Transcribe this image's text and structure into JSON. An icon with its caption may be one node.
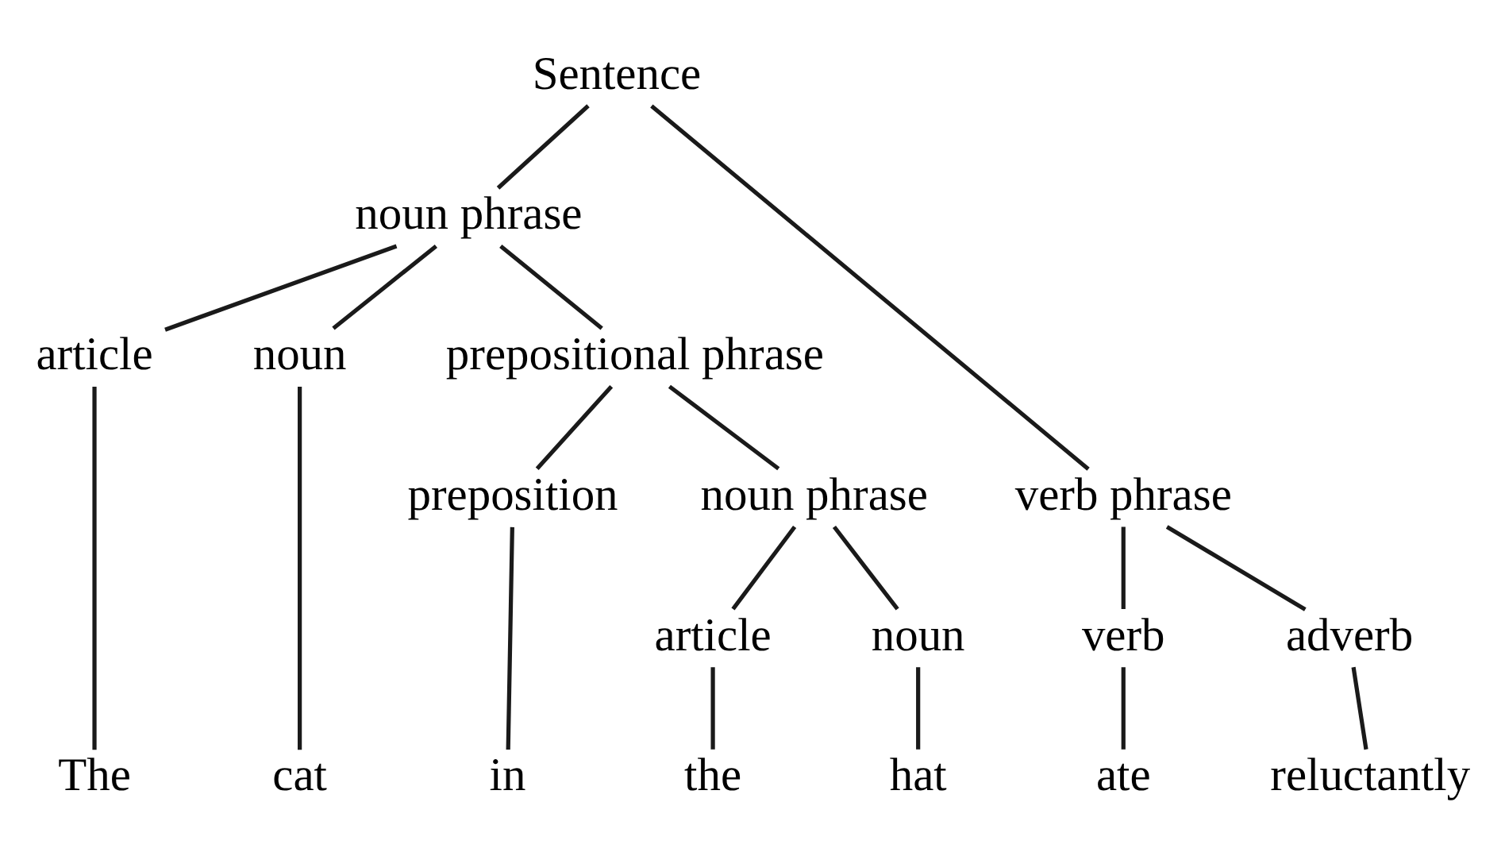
{
  "diagram": {
    "nodes": [
      {
        "text": [
          "Sentence"
        ]
      },
      {
        "text": [
          "noun phrase"
        ]
      },
      {
        "text": [
          "verb phrase"
        ]
      },
      {
        "text": [
          "article"
        ]
      },
      {
        "text": [
          "noun"
        ]
      },
      {
        "text": [
          "prepositional phrase"
        ]
      },
      {
        "text": [
          "verb"
        ]
      },
      {
        "text": [
          "adverb"
        ]
      },
      {
        "text": [
          "preposition"
        ]
      },
      {
        "text": [
          "noun phrase"
        ]
      },
      {
        "text": [
          "article"
        ]
      },
      {
        "text": [
          "noun"
        ]
      },
      {
        "text": [
          "The"
        ]
      },
      {
        "text": [
          "cat"
        ]
      },
      {
        "text": [
          "in"
        ]
      },
      {
        "text": [
          "the"
        ]
      },
      {
        "text": [
          "hat"
        ]
      },
      {
        "text": [
          "ate"
        ]
      },
      {
        "text": [
          "reluctantly"
        ]
      }
    ],
    "edges": [
      {
        "from": 0,
        "to": 1,
        "arrow": "none"
      },
      {
        "from": 0,
        "to": 2,
        "arrow": "none"
      },
      {
        "from": 1,
        "to": 3,
        "arrow": "none"
      },
      {
        "from": 1,
        "to": 4,
        "arrow": "none"
      },
      {
        "from": 1,
        "to": 5,
        "arrow": "none"
      },
      {
        "from": 2,
        "to": 6,
        "arrow": "none"
      },
      {
        "from": 2,
        "to": 7,
        "arrow": "none"
      },
      {
        "from": 5,
        "to": 8,
        "arrow": "none"
      },
      {
        "from": 5,
        "to": 9,
        "arrow": "none"
      },
      {
        "from": 9,
        "to": 10,
        "arrow": "none"
      },
      {
        "from": 9,
        "to": 11,
        "arrow": "none"
      },
      {
        "from": 3,
        "to": 12,
        "arrow": "none"
      },
      {
        "from": 4,
        "to": 13,
        "arrow": "none"
      },
      {
        "from": 8,
        "to": 14,
        "arrow": "none"
      },
      {
        "from": 10,
        "to": 15,
        "arrow": "none"
      },
      {
        "from": 11,
        "to": 16,
        "arrow": "none"
      },
      {
        "from": 6,
        "to": 17,
        "arrow": "none"
      },
      {
        "from": 7,
        "to": 18,
        "arrow": "none"
      }
    ]
  }
}
